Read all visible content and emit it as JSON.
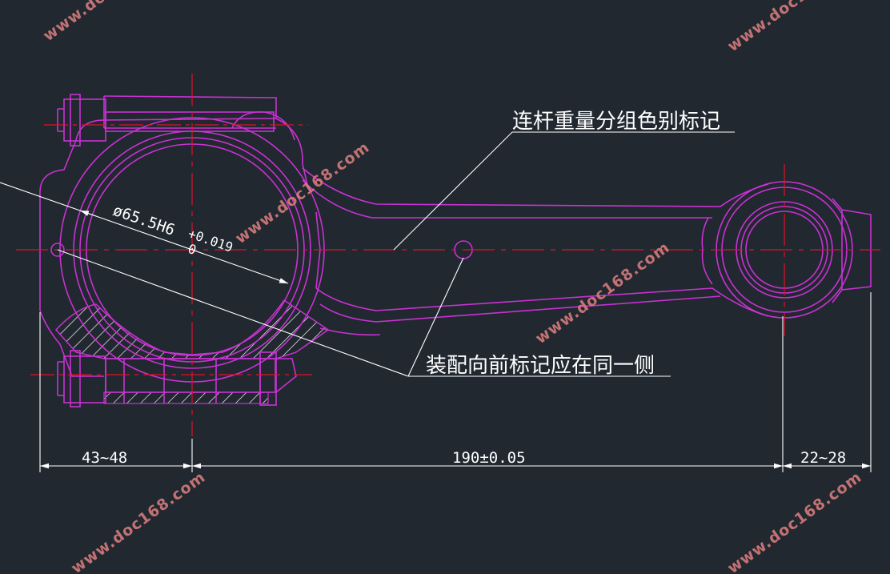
{
  "labels": {
    "weight_mark": "连杆重量分组色别标记",
    "assembly_mark": "装配向前标记应在同一侧"
  },
  "dimensions": {
    "bore": "ø65.5H6",
    "tolerance_upper": "+0.019",
    "tolerance_lower": "0",
    "left_offset": "43~48",
    "center_distance": "190±0.05",
    "right_offset": "22~28"
  },
  "watermark": "www.doc168.com",
  "colors": {
    "background": "#212830",
    "outline": "#c832d2",
    "centerline": "#e0102a",
    "dimension": "#ffffff",
    "watermark": "#e08080"
  }
}
